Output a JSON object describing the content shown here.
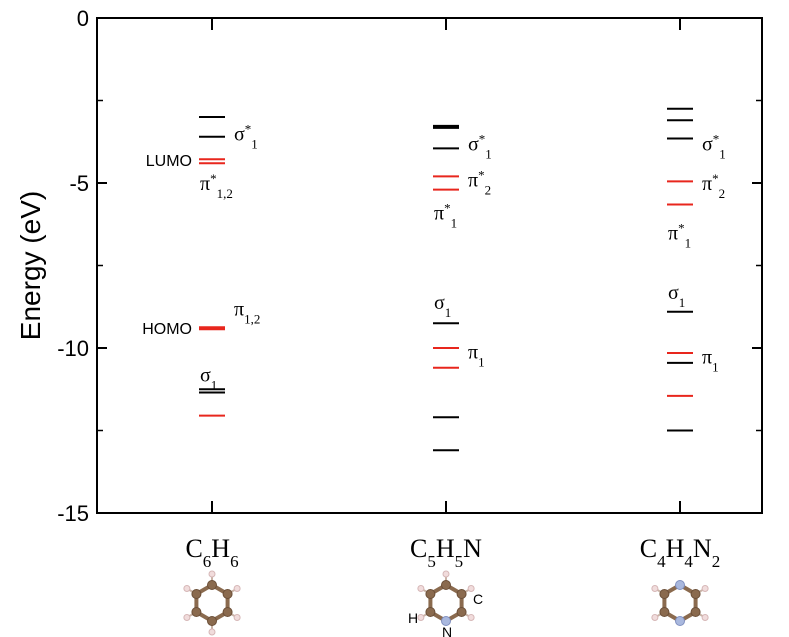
{
  "chart_data": {
    "type": "energy-level-diagram",
    "ylabel": "Energy (eV)",
    "ylim": [
      -15,
      0
    ],
    "yticks": [
      {
        "value": 0,
        "label": "0"
      },
      {
        "value": -5,
        "label": "-5"
      },
      {
        "value": -10,
        "label": "-10"
      },
      {
        "value": -15,
        "label": "-15"
      }
    ],
    "colors": {
      "sigma": "#000000",
      "pi": "#e8261d"
    },
    "molecules": [
      {
        "name": "C6H6",
        "formula": [
          {
            "t": "C"
          },
          {
            "t": "6",
            "sub": true
          },
          {
            "t": "H"
          },
          {
            "t": "6",
            "sub": true
          }
        ],
        "levels": [
          {
            "energy": -3.0,
            "kind": "sigma"
          },
          {
            "energy": -3.6,
            "kind": "sigma"
          },
          {
            "energy": -4.28,
            "kind": "pi"
          },
          {
            "energy": -4.4,
            "kind": "pi"
          },
          {
            "energy": -9.4,
            "kind": "pi",
            "bold": true
          },
          {
            "energy": -11.25,
            "kind": "sigma"
          },
          {
            "energy": -11.35,
            "kind": "sigma"
          },
          {
            "energy": -12.05,
            "kind": "pi"
          }
        ],
        "labels": [
          {
            "parts": [
              {
                "t": "σ"
              },
              {
                "t": "*",
                "sup": true
              },
              {
                "t": "1",
                "sub": true
              }
            ],
            "energy": -3.5,
            "side": "right"
          },
          {
            "parts": [
              {
                "t": "π"
              },
              {
                "t": "*",
                "sup": true
              },
              {
                "t": "1,2",
                "sub": true
              }
            ],
            "energy": -5.0,
            "side": "center"
          },
          {
            "parts": [
              {
                "t": "π"
              },
              {
                "t": "1,2",
                "sub": true
              }
            ],
            "energy": -8.8,
            "side": "right"
          },
          {
            "parts": [
              {
                "t": "σ"
              },
              {
                "t": "1",
                "sub": true
              }
            ],
            "energy": -10.8,
            "side": "center"
          }
        ],
        "frontier": [
          {
            "text": "LUMO",
            "energy": -4.3
          },
          {
            "text": "HOMO",
            "energy": -9.4
          }
        ]
      },
      {
        "name": "C5H5N",
        "formula": [
          {
            "t": "C"
          },
          {
            "t": "5",
            "sub": true
          },
          {
            "t": "H"
          },
          {
            "t": "5",
            "sub": true
          },
          {
            "t": "N"
          }
        ],
        "levels": [
          {
            "energy": -3.3,
            "kind": "sigma",
            "bold": true
          },
          {
            "energy": -3.95,
            "kind": "sigma"
          },
          {
            "energy": -4.8,
            "kind": "pi"
          },
          {
            "energy": -5.2,
            "kind": "pi"
          },
          {
            "energy": -9.25,
            "kind": "sigma"
          },
          {
            "energy": -10.0,
            "kind": "pi"
          },
          {
            "energy": -10.6,
            "kind": "pi"
          },
          {
            "energy": -12.1,
            "kind": "sigma"
          },
          {
            "energy": -13.1,
            "kind": "sigma"
          }
        ],
        "labels": [
          {
            "parts": [
              {
                "t": "σ"
              },
              {
                "t": "*",
                "sup": true
              },
              {
                "t": "1",
                "sub": true
              }
            ],
            "energy": -3.8,
            "side": "right"
          },
          {
            "parts": [
              {
                "t": "π"
              },
              {
                "t": "*",
                "sup": true
              },
              {
                "t": "2",
                "sub": true
              }
            ],
            "energy": -4.9,
            "side": "right"
          },
          {
            "parts": [
              {
                "t": "π"
              },
              {
                "t": "*",
                "sup": true
              },
              {
                "t": "1",
                "sub": true
              }
            ],
            "energy": -5.9,
            "side": "center"
          },
          {
            "parts": [
              {
                "t": "σ"
              },
              {
                "t": "1",
                "sub": true
              }
            ],
            "energy": -8.6,
            "side": "center"
          },
          {
            "parts": [
              {
                "t": "π"
              },
              {
                "t": "1",
                "sub": true
              }
            ],
            "energy": -10.1,
            "side": "right"
          }
        ],
        "atoms": [
          {
            "text": "H"
          },
          {
            "text": "N"
          },
          {
            "text": "C"
          }
        ]
      },
      {
        "name": "C4H4N2",
        "formula": [
          {
            "t": "C"
          },
          {
            "t": "4",
            "sub": true
          },
          {
            "t": "H"
          },
          {
            "t": "4",
            "sub": true
          },
          {
            "t": "N"
          },
          {
            "t": "2",
            "sub": true
          }
        ],
        "levels": [
          {
            "energy": -2.75,
            "kind": "sigma"
          },
          {
            "energy": -3.1,
            "kind": "sigma"
          },
          {
            "energy": -3.65,
            "kind": "sigma"
          },
          {
            "energy": -4.95,
            "kind": "pi"
          },
          {
            "energy": -5.65,
            "kind": "pi"
          },
          {
            "energy": -8.9,
            "kind": "sigma"
          },
          {
            "energy": -10.15,
            "kind": "pi"
          },
          {
            "energy": -10.45,
            "kind": "sigma"
          },
          {
            "energy": -11.45,
            "kind": "pi"
          },
          {
            "energy": -12.5,
            "kind": "sigma"
          }
        ],
        "labels": [
          {
            "parts": [
              {
                "t": "σ"
              },
              {
                "t": "*",
                "sup": true
              },
              {
                "t": "1",
                "sub": true
              }
            ],
            "energy": -3.8,
            "side": "right"
          },
          {
            "parts": [
              {
                "t": "π"
              },
              {
                "t": "*",
                "sup": true
              },
              {
                "t": "2",
                "sub": true
              }
            ],
            "energy": -5.0,
            "side": "right"
          },
          {
            "parts": [
              {
                "t": "π"
              },
              {
                "t": "*",
                "sup": true
              },
              {
                "t": "1",
                "sub": true
              }
            ],
            "energy": -6.5,
            "side": "center"
          },
          {
            "parts": [
              {
                "t": "σ"
              },
              {
                "t": "1",
                "sub": true
              }
            ],
            "energy": -8.3,
            "side": "center"
          },
          {
            "parts": [
              {
                "t": "π"
              },
              {
                "t": "1",
                "sub": true
              }
            ],
            "energy": -10.25,
            "side": "right"
          }
        ]
      }
    ]
  }
}
